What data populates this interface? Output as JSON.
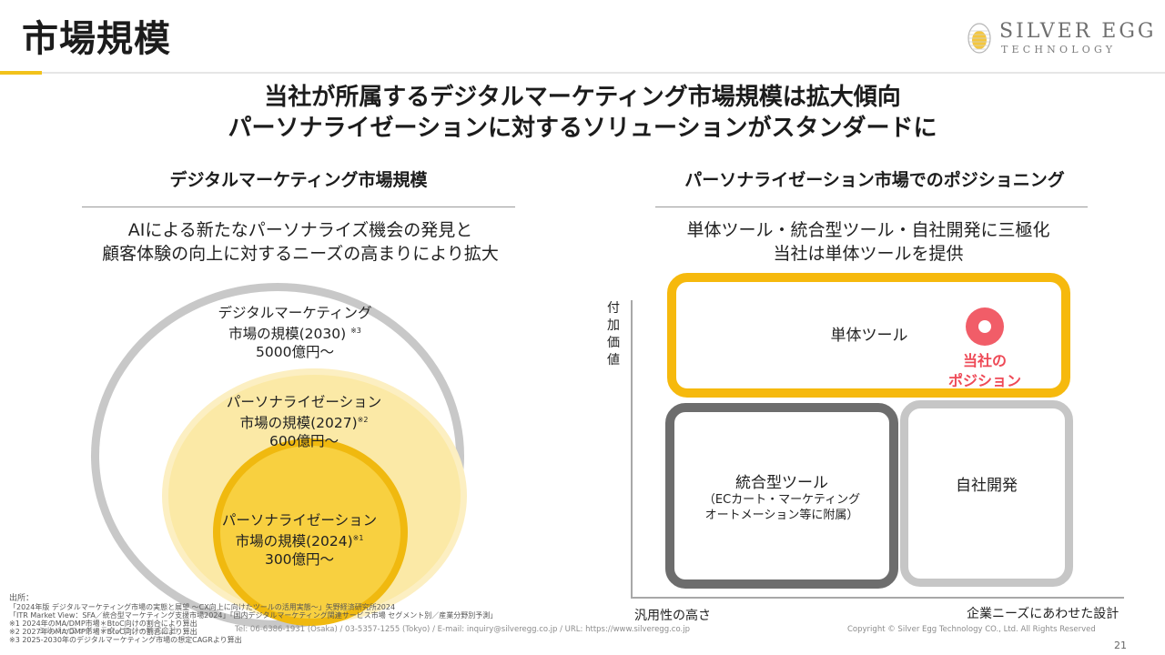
{
  "page": {
    "title": "市場規模",
    "headline_lines": [
      "当社が所属するデジタルマーケティング市場規模は拡大傾向",
      "パーソナライゼーションに対するソリューションがスタンダードに"
    ],
    "page_number": "21"
  },
  "brand": {
    "name": "SILVER EGG",
    "sub": "TECHNOLOGY",
    "accent_color": "#f2c21b"
  },
  "left": {
    "title": "デジタルマーケティング市場規模",
    "lead_lines": [
      "AIによる新たなパーソナライズ機会の発見と",
      "顧客体験の向上に対するニーズの高まりにより拡大"
    ],
    "circles": [
      {
        "lines": [
          "デジタルマーケティング",
          "市場の規模(2030)"
        ],
        "note": "※3",
        "value": "5000億円〜",
        "color": "#c8c8c8"
      },
      {
        "lines": [
          "パーソナライゼーション",
          "市場の規模(2027)"
        ],
        "note": "※2",
        "value": "600億円〜",
        "color": "#fbe9a6"
      },
      {
        "lines": [
          "パーソナライゼーション",
          "市場の規模(2024)"
        ],
        "note": "※1",
        "value": "300億円〜",
        "color": "#f8d040"
      }
    ]
  },
  "right": {
    "title": "パーソナライゼーション市場でのポジショニング",
    "lead_lines": [
      "単体ツール・統合型ツール・自社開発に三極化",
      "当社は単体ツールを提供"
    ],
    "y_axis_label": [
      "付",
      "加",
      "価",
      "値"
    ],
    "x_axis_left": "汎用性の高さ",
    "x_axis_right": "企業ニーズにあわせた設計",
    "boxes": [
      {
        "label": "単体ツール",
        "sub": [],
        "color": "#f6b90d"
      },
      {
        "label": "統合型ツール",
        "sub": [
          "（ECカート・マーケティング",
          "オートメーション等に附属）"
        ],
        "color": "#6d6d6d"
      },
      {
        "label": "自社開発",
        "sub": [],
        "color": "#c6c6c6"
      }
    ],
    "our_position": [
      "当社の",
      "ポジション"
    ],
    "marker_color": "#f15d68"
  },
  "footer": {
    "sources_title": "出所：",
    "sources": [
      "「2024年版 デジタルマーケティング市場の実態と展望 〜CX向上に向けたツールの活用実態〜」矢野経済研究所2024",
      "「ITR Market View：SFA／統合型マーケティング支援市場2024」「国内デジタルマーケティング関連サービス市場 セグメント別／産業分野別予測」",
      "※1 2024年のMA/DMP市場＊BtoC向けの割合により算出",
      "※2 2027年のMA/DMP市場＊BtoC向けの割合により算出",
      "※3 2025-2030年のデジタルマーケティング市場の想定CAGRより算出"
    ],
    "company": "シルバーエッグ・テクノロジー株式会社",
    "contact": "Tel: 06-6386-1931 (Osaka) / 03-5357-1255 (Tokyo) / E-mail: inquiry@silveregg.co.jp / URL: https://www.silveregg.co.jp",
    "copyright": "Copyright © Silver Egg Technology CO., Ltd. All Rights Reserved"
  }
}
